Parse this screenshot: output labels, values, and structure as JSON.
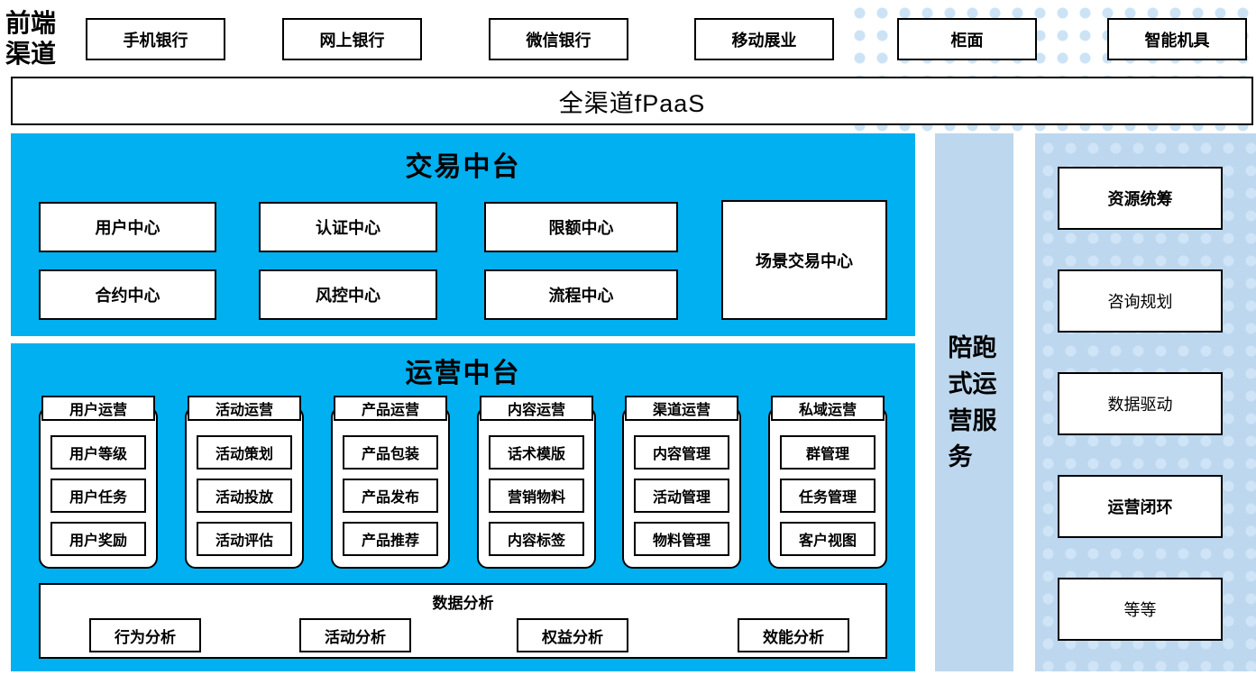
{
  "colors": {
    "accent_blue": "#00b0f0",
    "light_blue": "#bdd7ee"
  },
  "frontend": {
    "label": "前端渠道",
    "channels": [
      "手机银行",
      "网上银行",
      "微信银行",
      "移动展业",
      "柜面",
      "智能机具"
    ]
  },
  "fpaas": {
    "label": "全渠道fPaaS"
  },
  "transaction": {
    "title": "交易中台",
    "row1": [
      "用户中心",
      "认证中心",
      "限额中心"
    ],
    "row2": [
      "合约中心",
      "风控中心",
      "流程中心"
    ],
    "tall": "场景交易中心"
  },
  "operations": {
    "title": "运营中台",
    "groups": [
      {
        "title": "用户运营",
        "items": [
          "用户等级",
          "用户任务",
          "用户奖励"
        ]
      },
      {
        "title": "活动运营",
        "items": [
          "活动策划",
          "活动投放",
          "活动评估"
        ]
      },
      {
        "title": "产品运营",
        "items": [
          "产品包装",
          "产品发布",
          "产品推荐"
        ]
      },
      {
        "title": "内容运营",
        "items": [
          "话术模版",
          "营销物料",
          "内容标签"
        ]
      },
      {
        "title": "渠道运营",
        "items": [
          "内容管理",
          "活动管理",
          "物料管理"
        ]
      },
      {
        "title": "私域运营",
        "items": [
          "群管理",
          "任务管理",
          "客户视图"
        ]
      }
    ],
    "analysis": {
      "title": "数据分析",
      "items": [
        "行为分析",
        "活动分析",
        "权益分析",
        "效能分析"
      ]
    }
  },
  "side_strip": {
    "label": "陪跑式运营服务"
  },
  "right_panel": {
    "items": [
      {
        "label": "资源统筹"
      },
      {
        "label": "咨询规划"
      },
      {
        "label": "数据驱动"
      },
      {
        "label": "运营闭环"
      },
      {
        "label": "等等"
      }
    ]
  }
}
